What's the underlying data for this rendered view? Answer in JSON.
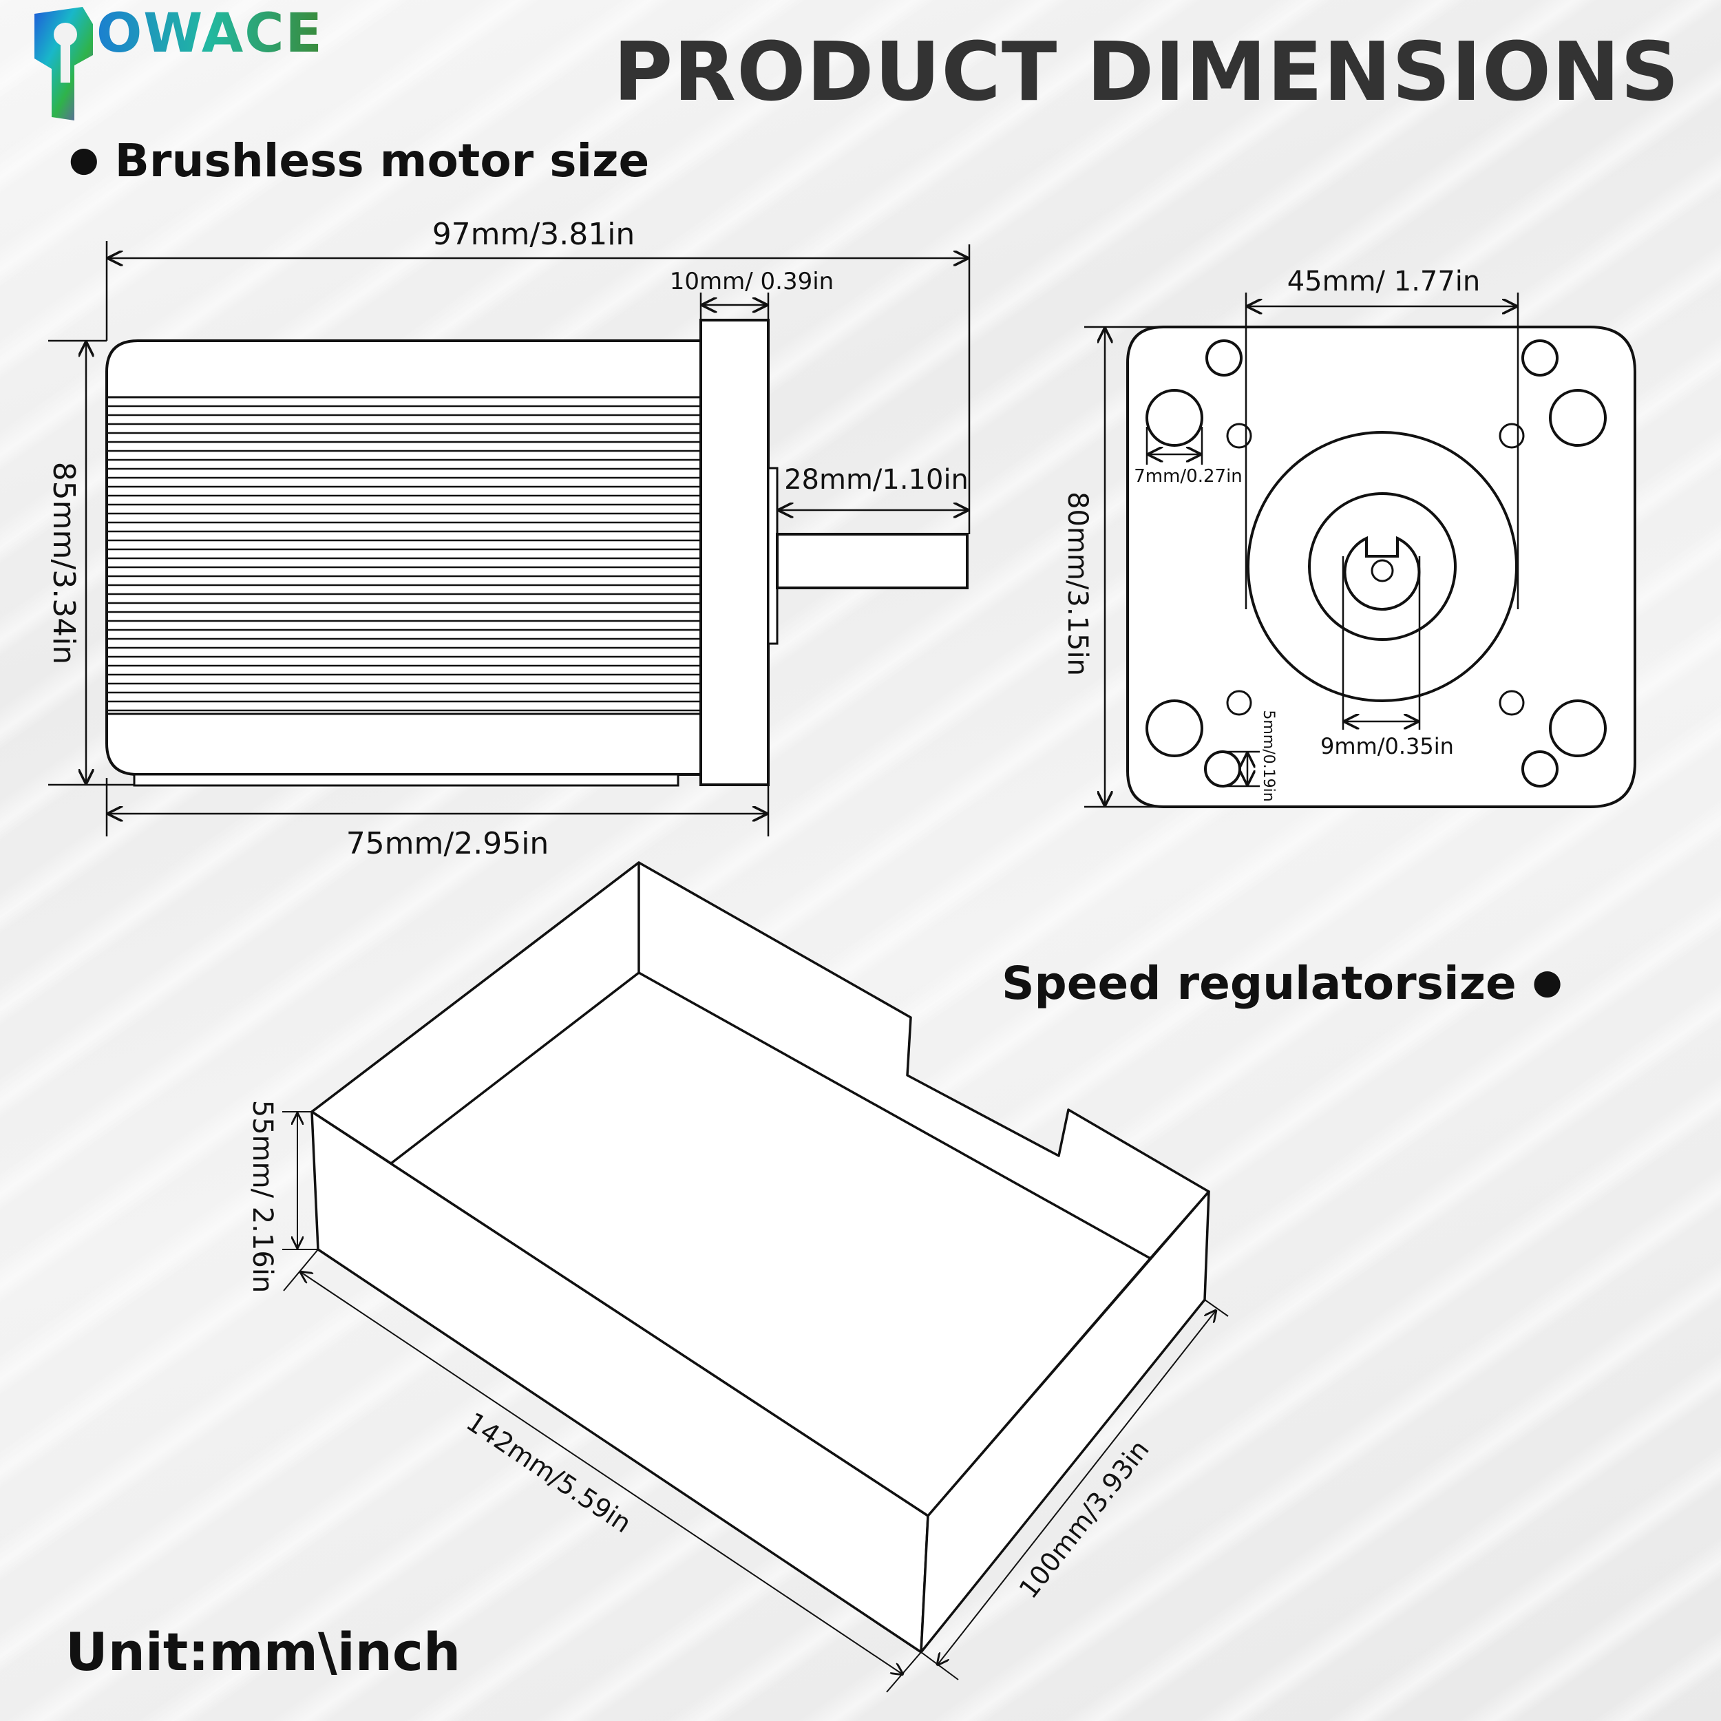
{
  "brand": {
    "logo_text": "OWACE",
    "logo_icon": "key-icon"
  },
  "title": "PRODUCT DIMENSIONS",
  "sections": {
    "motor": "Brushless motor size",
    "regulator": "Speed regulatorsize"
  },
  "motor_side": {
    "overall_length": "97mm/3.81in",
    "flange_thickness": "10mm/ 0.39in",
    "shaft_length": "28mm/1.10in",
    "height": "85mm/3.34in",
    "body_length": "75mm/2.95in"
  },
  "motor_front": {
    "hole_spacing": "45mm/ 1.77in",
    "height": "80mm/3.15in",
    "hole_diameter": "7mm/0.27in",
    "small_hole": "5mm/0.19in",
    "shaft_diameter": "9mm/0.35in"
  },
  "regulator": {
    "height": "55mm/ 2.16in",
    "length": "142mm/5.59in",
    "width": "100mm/3.93in"
  },
  "unit": "Unit:mm\\inch",
  "colors": {
    "line": "#111111",
    "title": "#333333",
    "fill": "#ffffff"
  }
}
